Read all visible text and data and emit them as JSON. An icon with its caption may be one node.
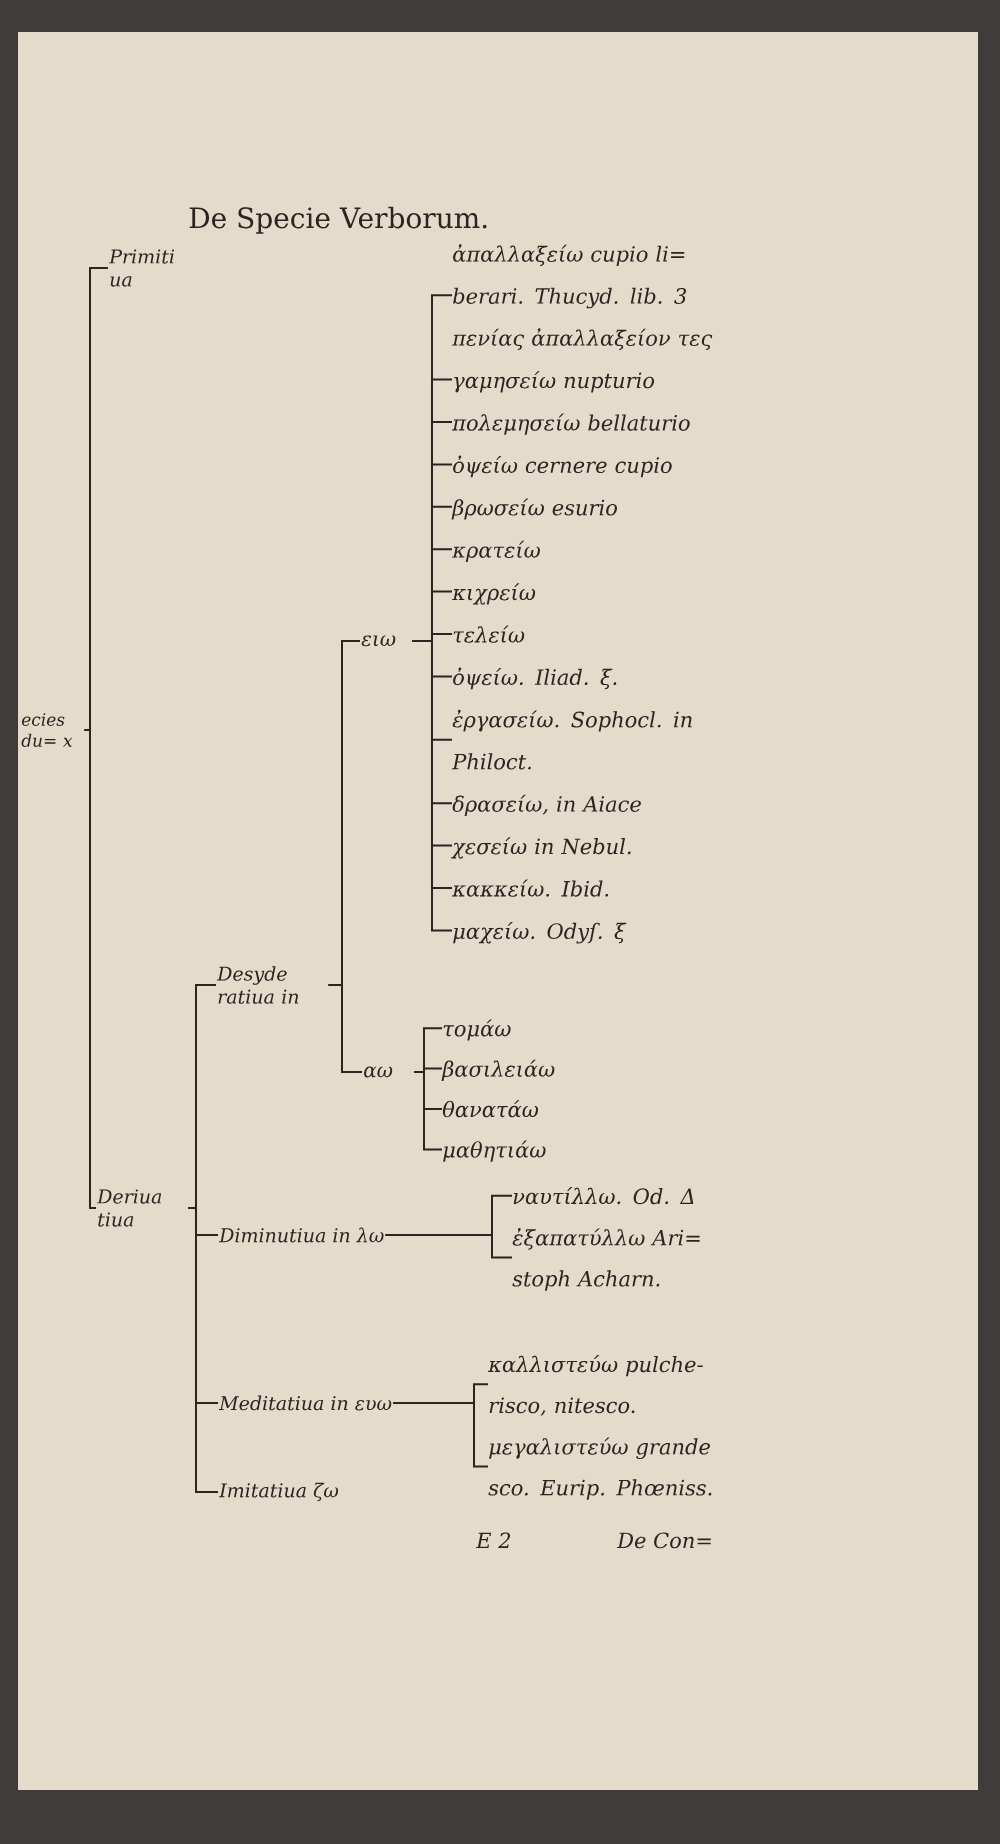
{
  "diagram": {
    "title": "De Specie Verborum.",
    "nodes": [
      {
        "text": [
          "ecies du= x"
        ]
      },
      {
        "text": [
          "Primiti ua"
        ]
      },
      {
        "text": [
          "Deriua tiua"
        ]
      },
      {
        "text": [
          "Desyde ratiua in"
        ]
      },
      {
        "text": [
          "ειω"
        ]
      },
      {
        "text": [
          "ἀπαλλαξείω cupio li= berari. Thucyd. lib. 3 πενίας ἀπαλλαξείον τες"
        ]
      },
      {
        "text": [
          "γαμησείω nupturio"
        ]
      },
      {
        "text": [
          "πολεμησείω bellaturio"
        ]
      },
      {
        "text": [
          "ὀψείω cernere cupio"
        ]
      },
      {
        "text": [
          "βρωσείω esurio"
        ]
      },
      {
        "text": [
          "κρατείω"
        ]
      },
      {
        "text": [
          "κιχρείω"
        ]
      },
      {
        "text": [
          "τελείω"
        ]
      },
      {
        "text": [
          "ὀψείω. Iliad. ξ."
        ]
      },
      {
        "text": [
          "ἐργασείω. Sophocl. in Philoct."
        ]
      },
      {
        "text": [
          "δρασείω, in Aiace"
        ]
      },
      {
        "text": [
          "χεσείω in Nebul."
        ]
      },
      {
        "text": [
          "κακκείω. Ibid."
        ]
      },
      {
        "text": [
          "μαχείω. Odyſ. ξ"
        ]
      },
      {
        "text": [
          "αω"
        ]
      },
      {
        "text": [
          "τομάω"
        ]
      },
      {
        "text": [
          "βασιλειάω"
        ]
      },
      {
        "text": [
          "θανατάω"
        ]
      },
      {
        "text": [
          "μαθητιάω"
        ]
      },
      {
        "text": [
          "Diminutiua in λω"
        ]
      },
      {
        "text": [
          "ναυτίλλω. Od. Δ"
        ]
      },
      {
        "text": [
          "ἐξαπατύλλω Ari= stoph Acharn."
        ]
      },
      {
        "text": [
          "Meditatiua in ευω"
        ]
      },
      {
        "text": [
          "καλλιστεύω pulche- risco, nitesco."
        ]
      },
      {
        "text": [
          "μεγαλιστεύω grande sco. Eurip. Phœniss."
        ]
      },
      {
        "text": [
          "Imitatiua ζω"
        ]
      }
    ],
    "edges": [
      {
        "from": 0,
        "to": 1,
        "arrow": "none"
      },
      {
        "from": 0,
        "to": 2,
        "arrow": "none"
      },
      {
        "from": 2,
        "to": 3,
        "arrow": "none"
      },
      {
        "from": 2,
        "to": 24,
        "arrow": "none"
      },
      {
        "from": 2,
        "to": 27,
        "arrow": "none"
      },
      {
        "from": 2,
        "to": 30,
        "arrow": "none"
      },
      {
        "from": 3,
        "to": 4,
        "arrow": "none"
      },
      {
        "from": 3,
        "to": 19,
        "arrow": "none"
      },
      {
        "from": 4,
        "to": 5,
        "arrow": "none"
      },
      {
        "from": 4,
        "to": 6,
        "arrow": "none"
      },
      {
        "from": 4,
        "to": 7,
        "arrow": "none"
      },
      {
        "from": 4,
        "to": 8,
        "arrow": "none"
      },
      {
        "from": 4,
        "to": 9,
        "arrow": "none"
      },
      {
        "from": 4,
        "to": 10,
        "arrow": "none"
      },
      {
        "from": 4,
        "to": 11,
        "arrow": "none"
      },
      {
        "from": 4,
        "to": 12,
        "arrow": "none"
      },
      {
        "from": 4,
        "to": 13,
        "arrow": "none"
      },
      {
        "from": 4,
        "to": 14,
        "arrow": "none"
      },
      {
        "from": 4,
        "to": 15,
        "arrow": "none"
      },
      {
        "from": 4,
        "to": 16,
        "arrow": "none"
      },
      {
        "from": 4,
        "to": 17,
        "arrow": "none"
      },
      {
        "from": 4,
        "to": 18,
        "arrow": "none"
      },
      {
        "from": 19,
        "to": 20,
        "arrow": "none"
      },
      {
        "from": 19,
        "to": 21,
        "arrow": "none"
      },
      {
        "from": 19,
        "to": 22,
        "arrow": "none"
      },
      {
        "from": 19,
        "to": 23,
        "arrow": "none"
      },
      {
        "from": 24,
        "to": 25,
        "arrow": "none"
      },
      {
        "from": 24,
        "to": 26,
        "arrow": "none"
      },
      {
        "from": 27,
        "to": 28,
        "arrow": "none"
      },
      {
        "from": 27,
        "to": 29,
        "arrow": "none"
      }
    ],
    "labels": [
      "E 2",
      "De Con="
    ]
  }
}
